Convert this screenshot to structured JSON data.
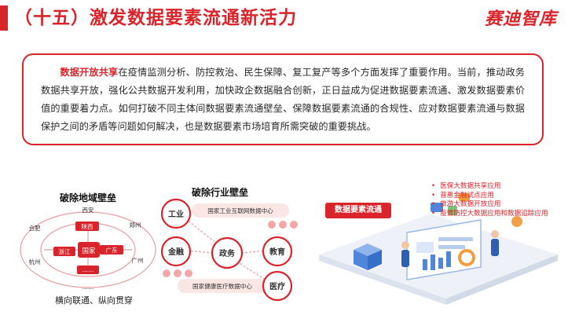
{
  "header": {
    "title": "（十五）激发数据要素流通新活力",
    "logo_text": "赛迪智库",
    "accent_color": "#d8242a"
  },
  "intro": {
    "highlight": "数据开放共享",
    "text": "在疫情监测分析、防控救治、民生保障、复工复产等多个方面发挥了重要作用。当前，推动政务数据共享开放，强化公共数据开发利用，加快政企数据融合创新，正日益成为促进数据要素流通、激发数据要素价值的重要着力点。如何打破不同主体间数据要素流通壁垒、保障数据要素流通的合规性、应对数据要素流通与数据保护之间的矛盾等问题如何解决，也是数据要素市场培育所需突破的重要挑战。"
  },
  "panel_regional": {
    "title": "破除地域壁垒",
    "center": "国家",
    "nodes": [
      "西安",
      "郑州",
      "广州",
      "杭州",
      "合肥",
      "陕西",
      "广东",
      "浙江",
      "……",
      "……"
    ],
    "caption": "横向联通、纵向贯穿"
  },
  "panel_industry": {
    "title": "破除行业壁垒",
    "center": "政务",
    "sectors": [
      "工业",
      "金融",
      "教育",
      "医疗"
    ],
    "top_center": "国家工业互联网数据中心",
    "bottom_center": "国家健康医疗数据中心"
  },
  "panel_flow": {
    "badge": "数据要素流通",
    "applications": [
      "医保大数据共享应用",
      "普惠金融试点应用",
      "旅游大数据开放应用",
      "疫情防控大数据应用和数据追踪应用"
    ]
  }
}
